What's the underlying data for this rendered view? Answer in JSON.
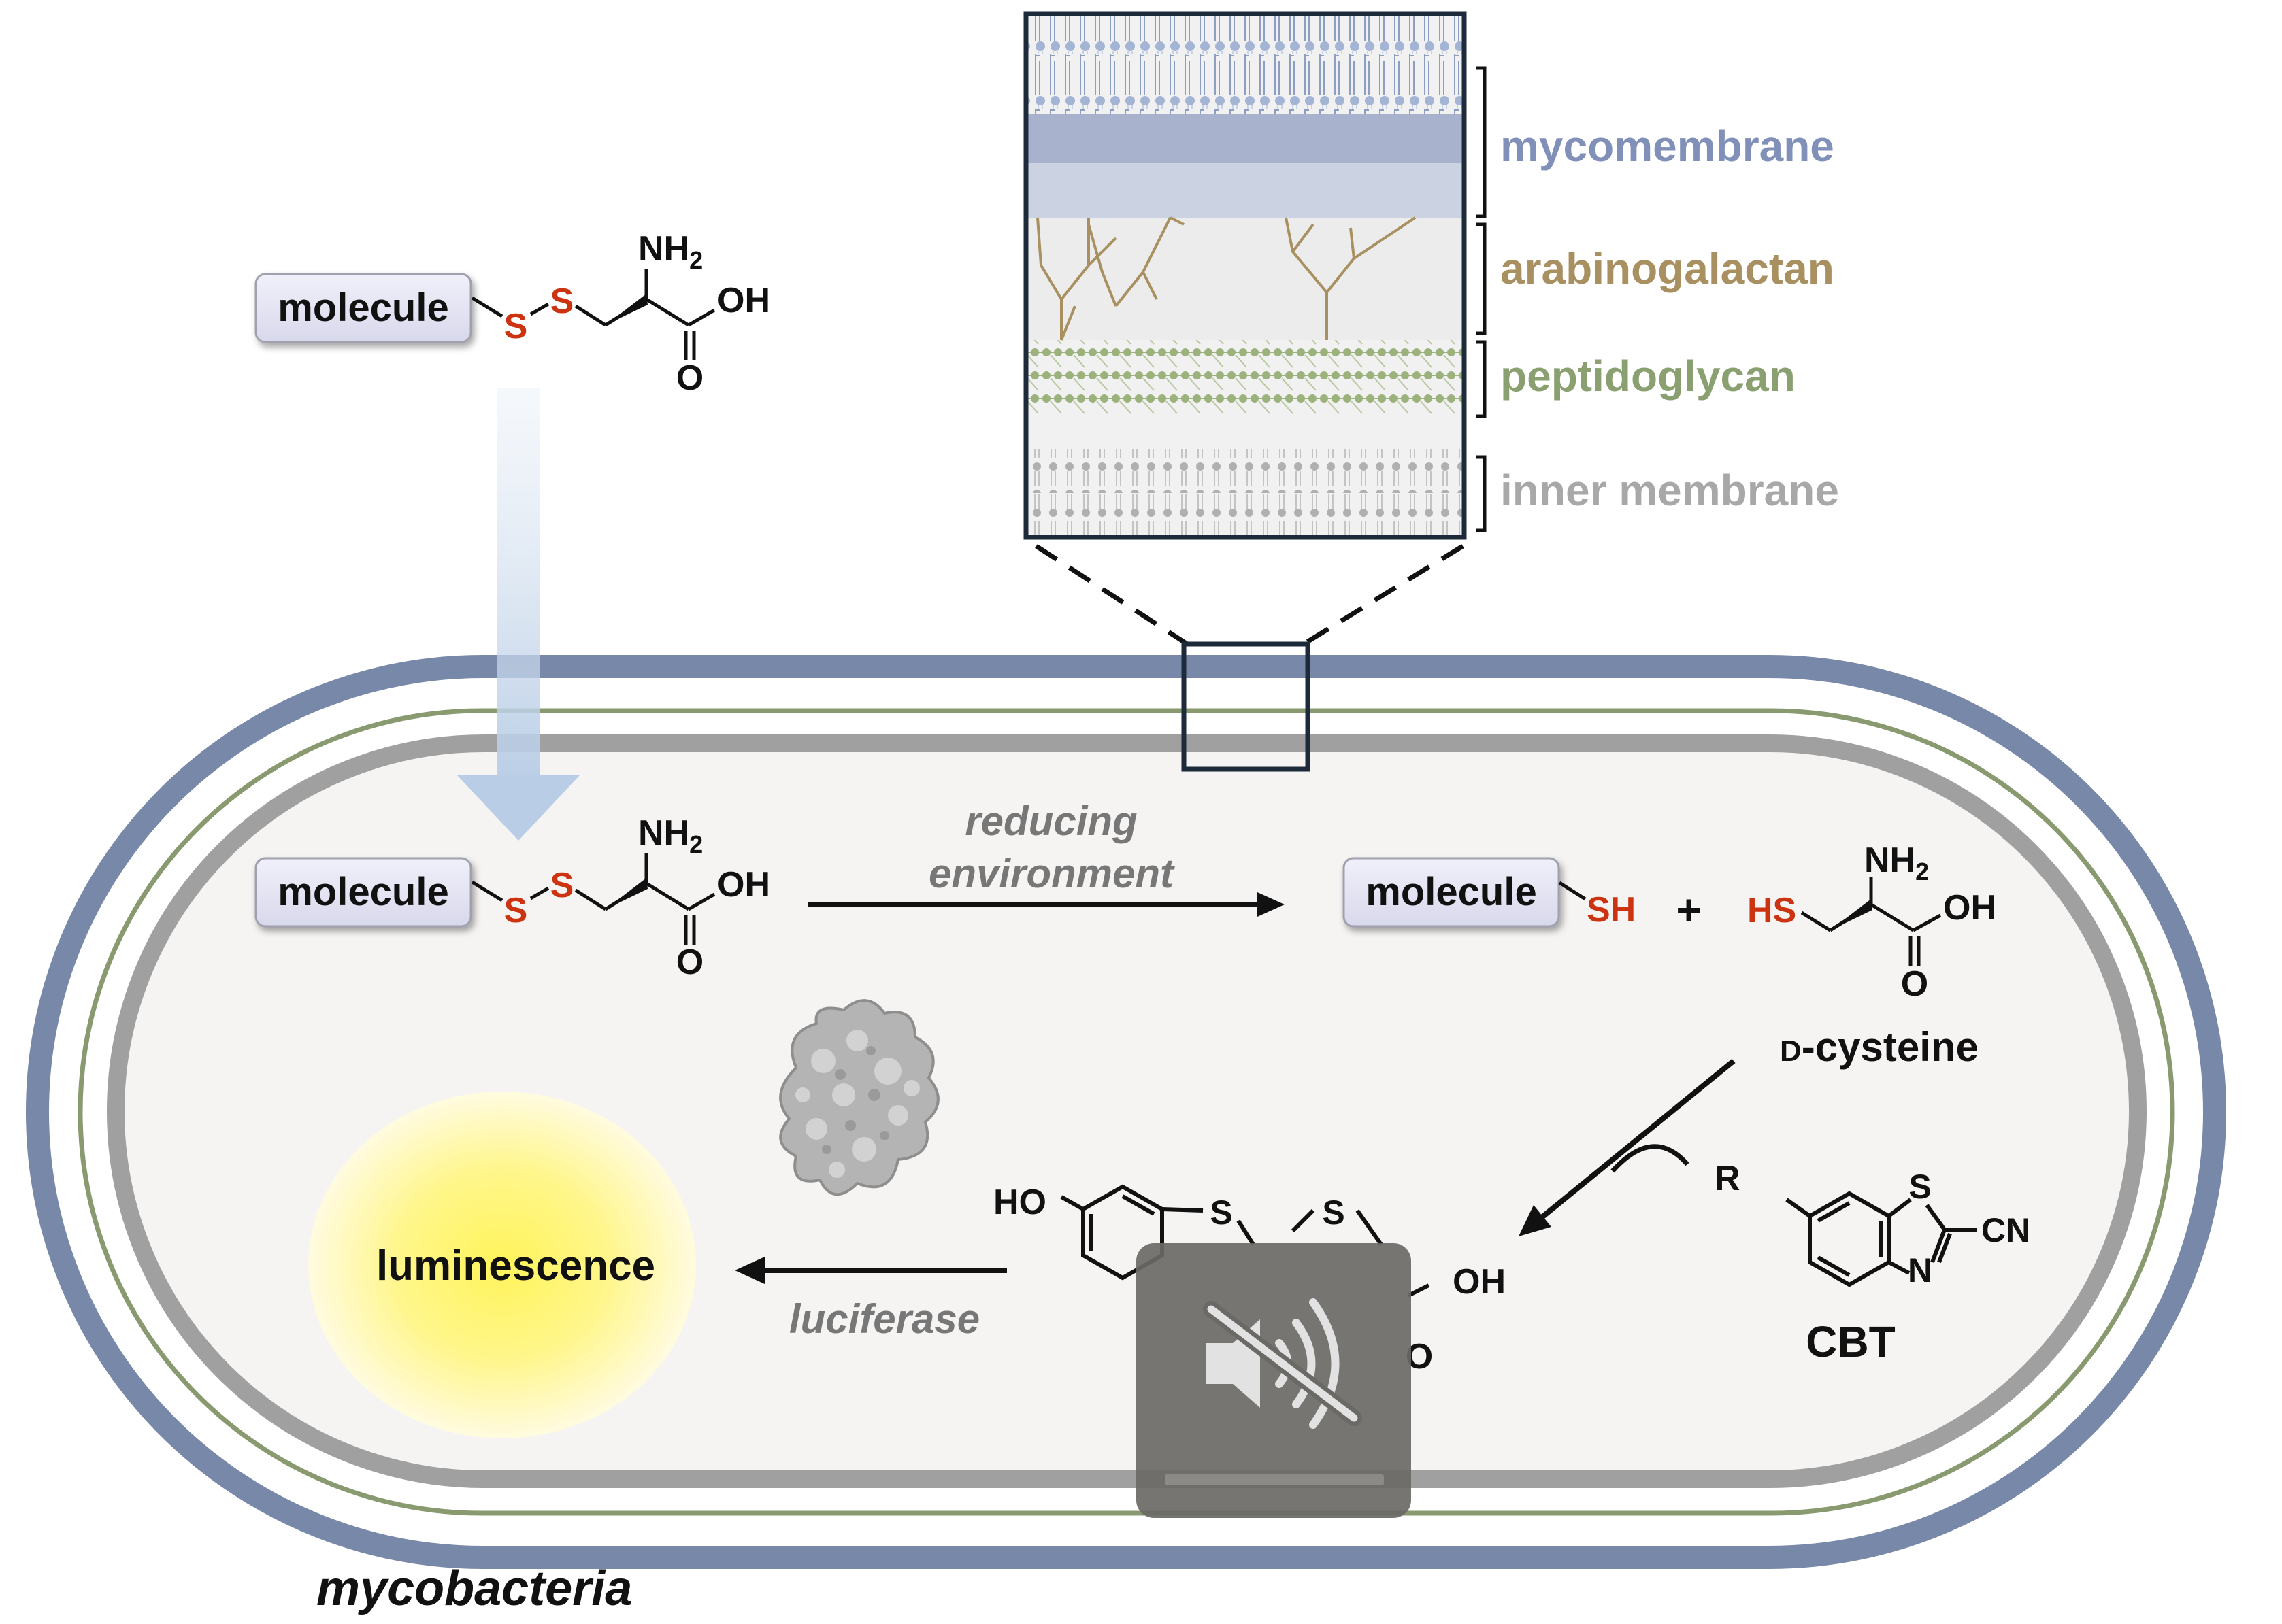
{
  "colors": {
    "mycomembrane": "#7888a8",
    "mycomembrane_label": "#8090b8",
    "arabinogalactan": "#a89060",
    "peptidoglycan": "#8aa070",
    "inner_membrane": "#a8a8a8",
    "sulfur_red": "#cc3311",
    "cell_fill": "#f5f4f2",
    "glow": "#fff45a"
  },
  "wall_labels": {
    "mycomembrane": "mycomembrane",
    "arabinogalactan": "arabinogalactan",
    "peptidoglycan": "peptidoglycan",
    "inner_membrane": "inner membrane"
  },
  "top_probe": {
    "molecule": "molecule",
    "s1": "S",
    "s2": "S",
    "nh2": "NH",
    "nh2_sub": "2",
    "oh": "OH",
    "o": "O"
  },
  "inside_probe": {
    "molecule": "molecule",
    "s1": "S",
    "s2": "S",
    "nh2": "NH",
    "nh2_sub": "2",
    "oh": "OH",
    "o": "O"
  },
  "reaction": {
    "condition_line1": "reducing",
    "condition_line2": "environment"
  },
  "product_thiol": {
    "molecule": "molecule",
    "sh": "SH",
    "plus": "+"
  },
  "d_cysteine": {
    "hs": "HS",
    "nh2": "NH",
    "nh2_sub": "2",
    "oh": "OH",
    "o": "O",
    "label_prefix": "D",
    "label_rest": "-cysteine"
  },
  "cbt": {
    "r": "R",
    "s": "S",
    "n": "N",
    "cn": "CN",
    "label": "CBT"
  },
  "luciferin": {
    "ho": "HO",
    "s1": "S",
    "s2": "S",
    "oh": "OH",
    "o": "O"
  },
  "enzyme": {
    "label": "luciferase"
  },
  "output": {
    "label": "luminescence"
  },
  "organism": {
    "label": "mycobacteria"
  },
  "overlay": {
    "icon": "speaker-muted-icon"
  }
}
